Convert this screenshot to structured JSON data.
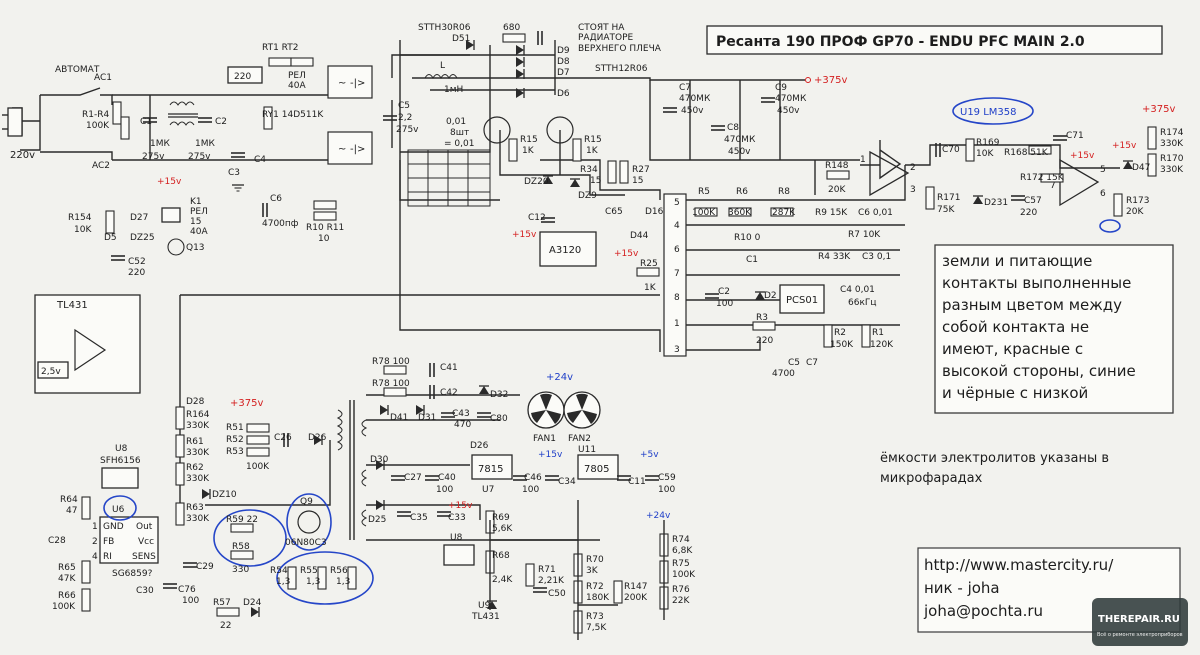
{
  "title": "Ресанта 190 ПРОФ GP70 - ENDU PFC MAIN 2.0",
  "notes": {
    "radiator": [
      "СТОЯТ НА",
      "РАДИАТОРЕ",
      "ВЕРХНЕГО ПЛЕЧА"
    ],
    "grounds": [
      "земли и питающие",
      "контакты выполненные",
      "разным цветом между",
      "собой контакта не",
      "имеют, красные с",
      "высокой стороны, синие",
      "и чёрные с низкой"
    ],
    "caps": [
      "ёмкости электролитов указаны в",
      "микрофарадах"
    ]
  },
  "credits": [
    "http://www.mastercity.ru/",
    "ник - joha",
    "joha@pochta.ru"
  ],
  "watermark": {
    "name": "THEREPAIR.RU",
    "tag": "Всё о ремонте электроприборов"
  },
  "rails": {
    "hv": "+375v",
    "v24": "+24v",
    "v15": "+15v",
    "v5": "+5v",
    "v25": "2,5v"
  },
  "ics": {
    "u19": "U19 LM358",
    "a3120": "A3120",
    "pcs": "PCS01",
    "pcs_freq": "66кГц",
    "u6": "U6",
    "u6_type": "SG6859?",
    "u6_pins": [
      "GND",
      "Out",
      "FB",
      "Vcc",
      "RI",
      "SENS"
    ],
    "u8": "U8",
    "u8_type": "SFH6156",
    "u7": "7815",
    "u7_ref": "U7",
    "u11": "7805",
    "u11_ref": "U11",
    "q9": "Q9",
    "q9_type": "06N80C3",
    "q13": "Q13",
    "u9": "U9",
    "u9_type": "TL431",
    "tl431": "TL431",
    "k1": "K1",
    "k1_note": [
      "РЕЛ",
      "15",
      "40А"
    ],
    "rel_note": [
      "РЕЛ",
      "40А"
    ],
    "rt": "RT1 RT2",
    "ry1": "RY1 14D511K",
    "fan1": "FAN1",
    "fan2": "FAN2"
  },
  "parts": {
    "breaker": "АВТОМАТ",
    "ac1": "AC1",
    "ac2": "AC2",
    "mains": "220v",
    "r1r4": "R1-R4",
    "r1r4v": "100K",
    "c1": "C1",
    "c1v": "1МК",
    "c1u": "275v",
    "c2": "C2",
    "c2v": "1МК",
    "c2u": "275v",
    "c3": "C3",
    "c4": "C4",
    "v220": "220",
    "c5": "C5",
    "c5v": "2,2",
    "c5u": "275v",
    "cbank": "0,01",
    "cbank2": "8шт",
    "cbank3": "= 0,01",
    "d51": "D51",
    "stth": "STTH30R06",
    "r680": "680",
    "d9": "D9",
    "d8": "D8",
    "d7": "D7",
    "d6": "D6",
    "stth12": "STTH12R06",
    "l": "L",
    "lv": "1мН",
    "c7": "C7",
    "c7v": "470МК",
    "c7u": "450v",
    "c8": "C8",
    "c8v": "470МК",
    "c8u": "450v",
    "c9": "C9",
    "c9v": "470МК",
    "c9u": "450v",
    "r15": "R15",
    "r15v": "1K",
    "r15b": "R15",
    "r15bv": "1K",
    "r34": "R34",
    "r34v": "15",
    "r27": "R27",
    "r27v": "15",
    "dz20": "DZ20",
    "dz9": "DZ9",
    "c12": "C12",
    "c65": "C65",
    "d16": "D16",
    "d44": "D44",
    "r25": "R25",
    "r25v": "1K",
    "r148": "R148",
    "r148v": "20K",
    "r5": "R5",
    "r5v": "100K",
    "r6": "R6",
    "r6v": "360K",
    "r8": "R8",
    "r8v": "287K",
    "r9": "R9 15K",
    "c6": "C6 0,01",
    "r10": "R10 0",
    "r7": "R7 10K",
    "r4": "R4 33K",
    "c3b": "C3 0,1",
    "c4b": "C4 0,01",
    "c1b": "C1",
    "c2b": "C2",
    "c2bv": "100",
    "d2": "D2",
    "r3": "R3",
    "r3v": "220",
    "r2": "R2",
    "r2v": "150K",
    "r1": "R1",
    "r1v": "120K",
    "c5b": "C5",
    "c7b": "C7",
    "c57v": "4700",
    "c70": "C70",
    "r169": "R169",
    "r169v": "10K",
    "r168": "R168 51K",
    "c71": "C71",
    "r174": "R174",
    "r174v": "330K",
    "r170": "R170",
    "r170v": "330K",
    "r172": "R172 15K",
    "d47": "D47",
    "r171": "R171",
    "r171v": "75K",
    "d231": "D231",
    "c57": "C57",
    "c57bv": "220",
    "r173": "R173",
    "r173v": "20K",
    "r154": "R154",
    "r154v": "10K",
    "d27": "D27",
    "d5": "D5",
    "dz25": "DZ25",
    "c52": "C52",
    "c52v": "220",
    "c6c": "C6",
    "c6cv": "4700пф",
    "r10r11": "R10 R11",
    "r10r11v": "10",
    "d28": "D28",
    "r164": "R164",
    "r164v": "330K",
    "r61": "R61",
    "r61v": "330K",
    "r62": "R62",
    "r62v": "330K",
    "r63": "R63",
    "r63v": "330K",
    "dz10": "DZ10",
    "r51": "R51",
    "r52": "R52",
    "r53": "R53",
    "r5153v": "100K",
    "c26": "C26",
    "d26": "D26",
    "r59": "R59 22",
    "r58": "R58",
    "r58v": "330",
    "c29": "C29",
    "c76": "C76",
    "c76v": "100",
    "c30": "C30",
    "c28": "C28",
    "r64": "R64",
    "r64v": "47",
    "r65": "R65",
    "r65v": "47K",
    "r66": "R66",
    "r66v": "100K",
    "r54": "R54",
    "r55": "R55",
    "r56": "R56",
    "r5456v": "1,3",
    "r57": "R57",
    "r57v": "22",
    "d24": "D24",
    "r78a": "R78 100",
    "r78b": "R78 100",
    "c41": "C41",
    "c42": "C42",
    "d41": "D41",
    "d31": "D31",
    "c43": "C43",
    "c43v": "470",
    "d32": "D32",
    "c80": "C80",
    "d26b": "D26",
    "d30": "D30",
    "c27": "C27",
    "c40": "C40",
    "c40v": "100",
    "c46": "C46",
    "c46v": "100",
    "c34": "C34",
    "c11": "C11",
    "c59": "C59",
    "c59v": "100",
    "d25": "D25",
    "c35": "C35",
    "c33": "C33",
    "r69": "R69",
    "r69v": "5,6K",
    "r68": "R68",
    "r68v": "2,4K",
    "r71": "R71",
    "r71v": "2,21K",
    "c50": "C50",
    "r70": "R70",
    "r70v": "3K",
    "r72": "R72",
    "r72v": "180K",
    "r147": "R147",
    "r147v": "200K",
    "r73": "R73",
    "r73v": "7,5K",
    "r74": "R74",
    "r74v": "6,8K",
    "r75": "R75",
    "r75v": "100K",
    "r76": "R76",
    "r76v": "22K",
    "pin1": "1",
    "pin2": "2",
    "pin3": "3",
    "pin4": "4",
    "pin5": "5",
    "pin6": "6",
    "pin7": "7",
    "pin8": "8"
  },
  "colors": {
    "ink": "#1d1d1d",
    "red": "#d42020",
    "blue": "#1f3fc8",
    "paper": "#f2f2ee"
  }
}
